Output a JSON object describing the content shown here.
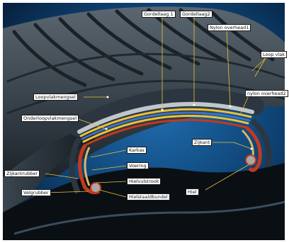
{
  "labels": {
    "gordellaag1": "Gordellaag 1",
    "gordellaag2": "Gordellaag2",
    "nylon_overhead1": "Nylon overhead1",
    "loopvlak": "Loop vlak",
    "loopvlakmengsel": "Loopvlakmengsel",
    "nylon_overhead2": "nylon overhead2",
    "onderloopvlakmengsel": "Onderloopvlakmengsel",
    "zijkant": "Zijkant",
    "karkas": "Karkas",
    "voering": "Voering",
    "hielvulstrook": "Hielvulstrook",
    "zijkantrubber": "Zijkantrubber",
    "hielstaaldbundel": "Hielstaaldbundel",
    "velgrubber": "Velgrubber",
    "hiel": "Hiel"
  },
  "colors": {
    "background": "#0b3358",
    "tread_rubber": "#2f3a44",
    "belt_yellow": "#e8c23a",
    "belt_blue": "#3d73c9",
    "carcass_red": "#c23a1e",
    "liner_tan": "#d8b66a",
    "leader_line": "#e8c23a"
  }
}
